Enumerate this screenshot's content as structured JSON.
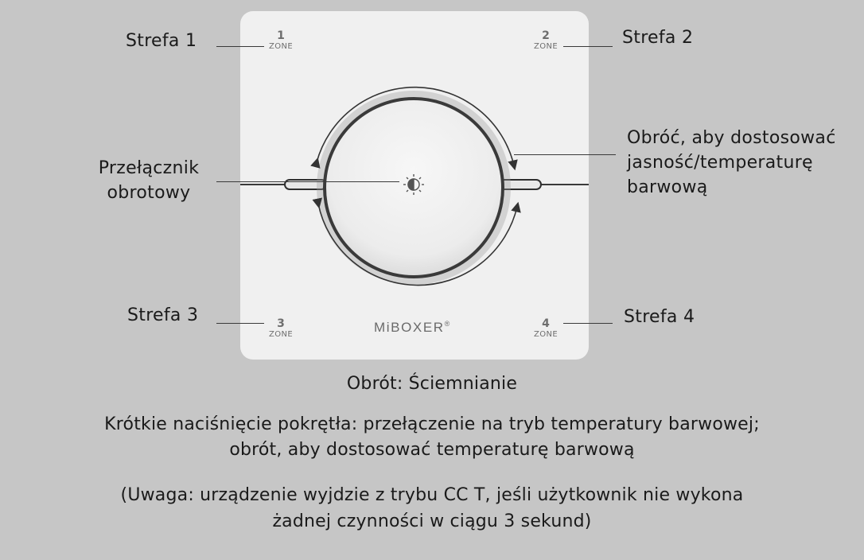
{
  "panel": {
    "zones": [
      {
        "num": "1",
        "text": "ZONE"
      },
      {
        "num": "2",
        "text": "ZONE"
      },
      {
        "num": "3",
        "text": "ZONE"
      },
      {
        "num": "4",
        "text": "ZONE"
      }
    ],
    "brand": "MiBOXER",
    "brand_mark": "®",
    "knob_icon": "brightness-icon"
  },
  "callouts": {
    "zone1": "Strefa 1",
    "zone2": "Strefa 2",
    "zone3": "Strefa 3",
    "zone4": "Strefa 4",
    "switch": "Przełącznik obrotowy",
    "rotate": "Obróć, aby dostosować jasność/temperaturę barwową"
  },
  "captions": {
    "rotation": "Obrót: Ściemnianie",
    "short_press_line1": "Krótkie naciśnięcie pokrętła: przełączenie na tryb temperatury barwowej;",
    "short_press_line2": "obrót, aby dostosować temperaturę barwową",
    "note_line1": "(Uwaga: urządzenie wyjdzie z trybu CC T, jeśli użytkownik nie wykona",
    "note_line2": "żadnej czynności w ciągu 3 sekund)"
  },
  "colors": {
    "background": "#c6c6c6",
    "panel": "#f0f0f0",
    "text": "#1a1a1a",
    "zone_text": "#6e6e6e"
  }
}
